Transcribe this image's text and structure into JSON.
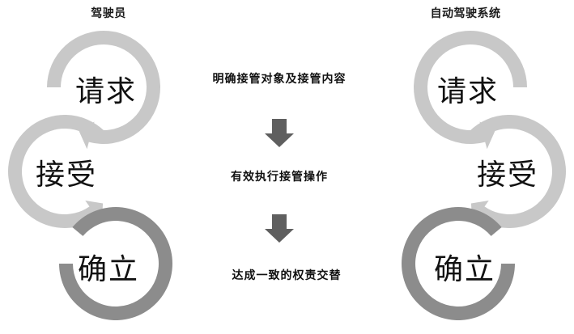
{
  "left": {
    "title": "驾驶员",
    "stages": [
      "请求",
      "接受",
      "确立"
    ]
  },
  "right": {
    "title": "自动驾驶系统",
    "stages": [
      "请求",
      "接受",
      "确立"
    ]
  },
  "center": {
    "steps": [
      "明确接管对象及接管内容",
      "有效执行接管操作",
      "达成一致的权责交替"
    ],
    "arrow_icon": "down-arrow-icon"
  },
  "colors": {
    "light_ring": "#c8c8c8",
    "dark_ring": "#8c8c8c",
    "arrow": "#5f5f5f",
    "text": "#111111"
  }
}
